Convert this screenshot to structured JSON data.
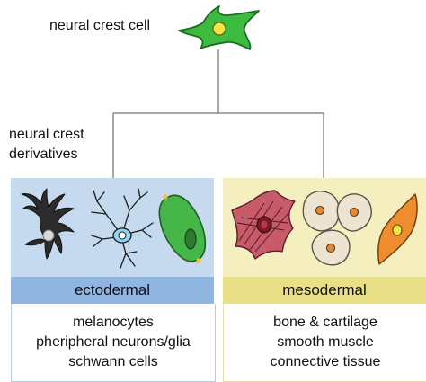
{
  "labels": {
    "top": "neural crest cell",
    "mid_line1": "neural crest",
    "mid_line2": "derivatives"
  },
  "ectodermal": {
    "title": "ectodermal",
    "items": [
      "melanocytes",
      "pheripheral neurons/glia",
      "schwann cells"
    ]
  },
  "mesodermal": {
    "title": "mesodermal",
    "items": [
      "bone & cartilage",
      "smooth muscle",
      "connective tissue"
    ]
  },
  "icons": [
    "neural-crest-cell-icon",
    "melanocyte-icon",
    "neuron-icon",
    "schwann-cell-icon",
    "fibroblast-icon",
    "cartilage-cells-icon",
    "smooth-muscle-cell-icon"
  ],
  "colors": {
    "ecto_panel": "#c5d9ef",
    "ecto_band": "#8fb5e0",
    "meso_panel": "#f5efbf",
    "meso_band": "#e9df86",
    "neural_crest_cell": "#3dbb3f",
    "schwann_cell": "#46b649",
    "fibroblast": "#c75b69",
    "cartilage_cell": "#ece3d0",
    "smooth_muscle_cell": "#ef8c2d"
  }
}
